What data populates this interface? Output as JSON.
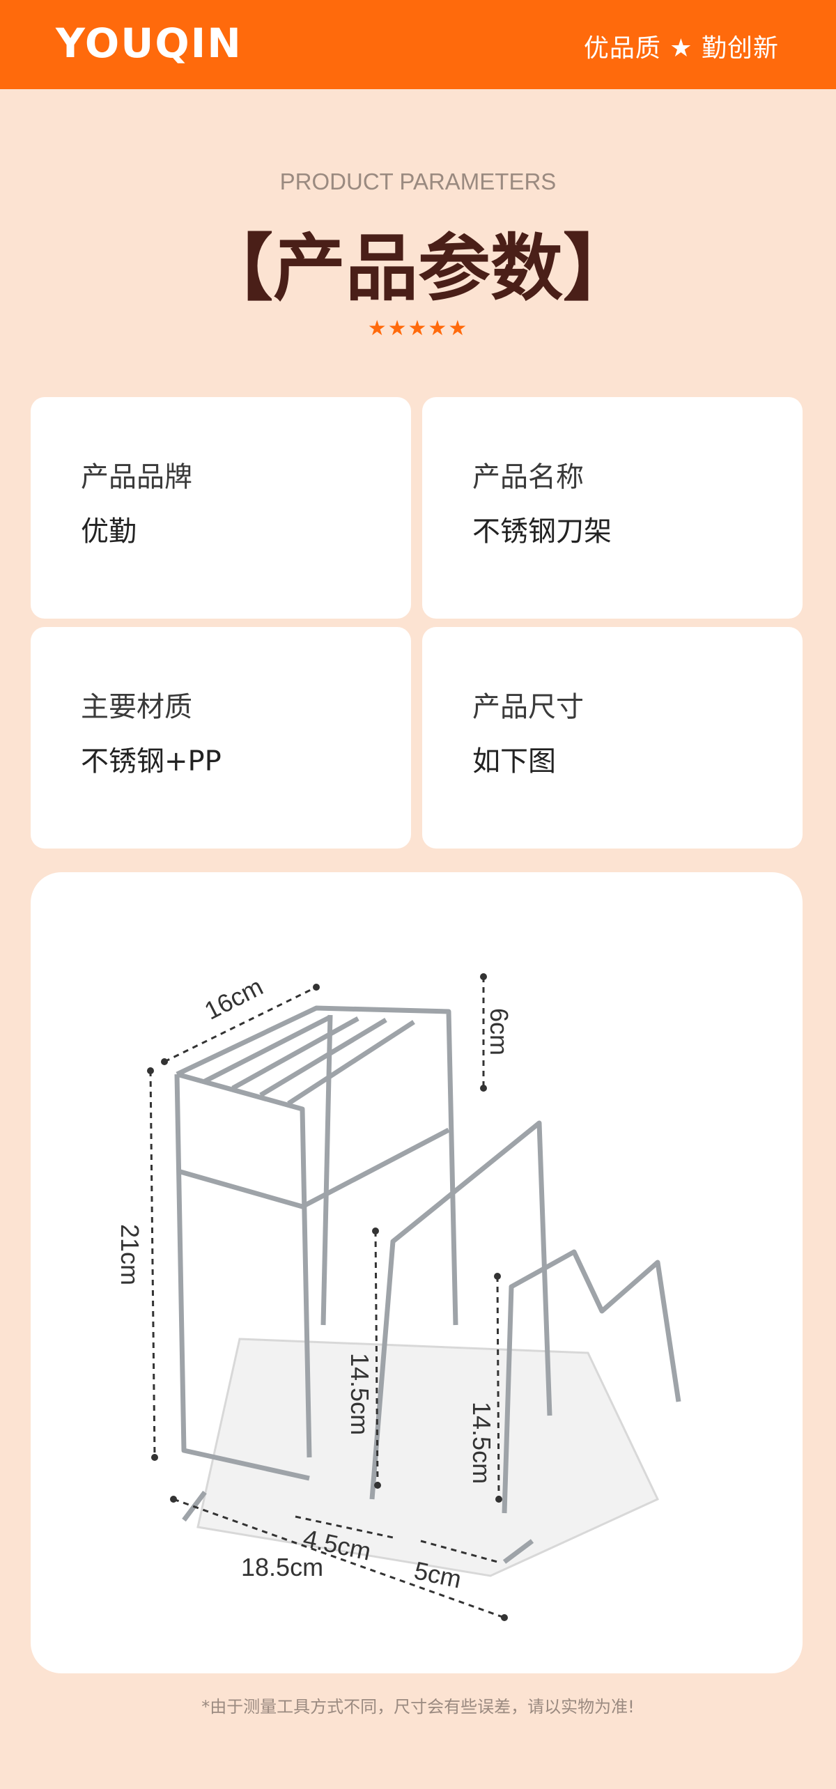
{
  "header": {
    "logo": "YOUQIN",
    "slogan": "优品质 ★ 勤创新"
  },
  "section": {
    "title_en": "PRODUCT PARAMETERS",
    "title_zh": "【产品参数】",
    "stars": "★★★★★"
  },
  "params": [
    {
      "label": "产品品牌",
      "value": "优勤"
    },
    {
      "label": "产品名称",
      "value": "不锈钢刀架"
    },
    {
      "label": "主要材质",
      "value": "不锈钢+PP"
    },
    {
      "label": "产品尺寸",
      "value": "如下图"
    }
  ],
  "dimensions": {
    "top_width": "16cm",
    "top_height": "6cm",
    "total_height": "21cm",
    "slot1_height": "14.5cm",
    "slot2_height": "14.5cm",
    "gap1": "4.5cm",
    "gap2": "5cm",
    "base_length": "18.5cm"
  },
  "note": "*由于测量工具方式不同，尺寸会有些误差，请以实物为准!"
}
